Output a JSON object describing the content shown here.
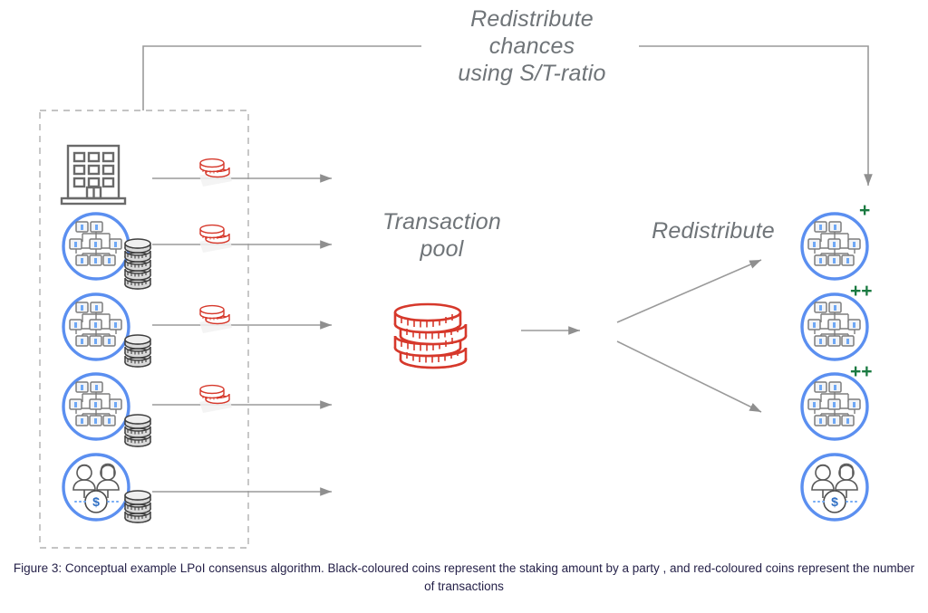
{
  "figure": {
    "caption": "Figure 3: Conceptual example LPoI consensus algorithm. Black-coloured coins represent the staking amount by a party , and red-coloured coins represent the number of transactions",
    "background_color": "#ffffff"
  },
  "labels": {
    "feedback_loop": "Redistribute\nchances\nusing S/T-ratio",
    "transaction_pool": "Transaction\npool",
    "redistribute": "Redistribute"
  },
  "colors": {
    "label_gray": "#6f7478",
    "line_gray": "#9a9a9a",
    "dashed_gray": "#b0b0b0",
    "circle_blue": "#5b8ff0",
    "monitor_blue": "#6fa8f5",
    "coin_red": "#d6382b",
    "coin_black": "#3f3f3f",
    "building_gray": "#6a6a6a",
    "plus_green": "#1a7a41",
    "caption_navy": "#231f47"
  },
  "left_column": {
    "group_name": "staking-parties",
    "items": [
      {
        "id": "party-1",
        "icon": "building-icon",
        "circled": false,
        "stake_coins": 0,
        "transaction_coins": 2
      },
      {
        "id": "party-2",
        "icon": "computer-network-icon",
        "circled": true,
        "stake_coins": 5,
        "transaction_coins": 2
      },
      {
        "id": "party-3",
        "icon": "computer-network-icon",
        "circled": true,
        "stake_coins": 3,
        "transaction_coins": 2
      },
      {
        "id": "party-4",
        "icon": "computer-network-icon",
        "circled": true,
        "stake_coins": 3,
        "transaction_coins": 2
      },
      {
        "id": "party-5",
        "icon": "people-dollar-icon",
        "circled": true,
        "stake_coins": 3,
        "transaction_coins": 0
      }
    ]
  },
  "pool": {
    "icon": "red-coin-stack-icon",
    "coins": 4
  },
  "right_column": {
    "group_name": "redistributed-parties",
    "items": [
      {
        "id": "result-1",
        "icon": "computer-network-icon",
        "badge": "+"
      },
      {
        "id": "result-2",
        "icon": "computer-network-icon",
        "badge": "++"
      },
      {
        "id": "result-3",
        "icon": "computer-network-icon",
        "badge": "++"
      },
      {
        "id": "result-4",
        "icon": "people-dollar-icon",
        "badge": ""
      }
    ]
  }
}
